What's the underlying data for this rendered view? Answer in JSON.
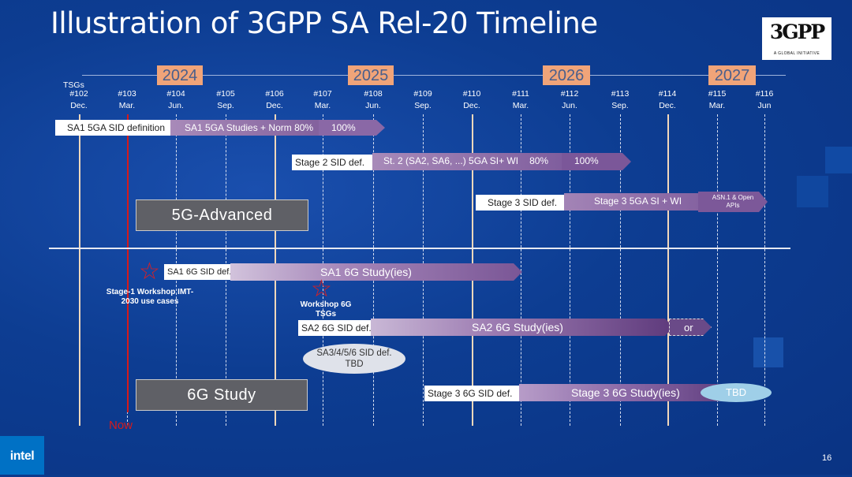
{
  "title": "Illustration of 3GPP SA Rel-20 Timeline",
  "logo": {
    "main": "3GPP",
    "sub": "A GLOBAL INITIATIVE"
  },
  "years": [
    "2024",
    "2025",
    "2026",
    "2027"
  ],
  "tsgs_label": "TSGs",
  "meetings": [
    {
      "num": "#102",
      "month": "Dec."
    },
    {
      "num": "#103",
      "month": "Mar."
    },
    {
      "num": "#104",
      "month": "Jun."
    },
    {
      "num": "#105",
      "month": "Sep."
    },
    {
      "num": "#106",
      "month": "Dec."
    },
    {
      "num": "#107",
      "month": "Mar."
    },
    {
      "num": "#108",
      "month": "Jun."
    },
    {
      "num": "#109",
      "month": "Sep."
    },
    {
      "num": "#110",
      "month": "Dec."
    },
    {
      "num": "#111",
      "month": "Mar."
    },
    {
      "num": "#112",
      "month": "Jun."
    },
    {
      "num": "#113",
      "month": "Sep."
    },
    {
      "num": "#114",
      "month": "Dec."
    },
    {
      "num": "#115",
      "month": "Mar."
    },
    {
      "num": "#116",
      "month": "Jun"
    }
  ],
  "now_label": "Now",
  "advanced": {
    "label": "5G-Advanced",
    "sa1_sid": "SA1 5GA SID definition",
    "sa1_studies": "SA1 5GA Studies + Norm 80%",
    "sa1_100": "100%",
    "stage2_sid": "Stage 2 SID def.",
    "stage2_si": "St. 2 (SA2, SA6, ...) 5GA SI+ WI",
    "stage2_80": "80%",
    "stage2_100": "100%",
    "stage3_sid": "Stage 3 SID def.",
    "stage3_si": "Stage 3 5GA SI + WI",
    "asn1_line1": "ASN.1 & Open",
    "asn1_line2": "APIs"
  },
  "study6g": {
    "label": "6G Study",
    "sa1_sid": "SA1 6G SID def.",
    "sa1_study": "SA1 6G Study(ies)",
    "workshop_imt_line1": "Stage-1  Workshop IMT-",
    "workshop_imt_line2": "2030 use cases",
    "workshop_tsgs_line1": "Workshop 6G",
    "workshop_tsgs_line2": "TSGs",
    "sa2_sid": "SA2 6G SID def.",
    "sa2_study": "SA2 6G Study(ies)",
    "or": "or",
    "sa3_line1": "SA3/4/5/6 SID def.",
    "sa3_line2": "TBD",
    "stage3_sid": "Stage 3 6G SID def.",
    "stage3_study": "Stage 3 6G Study(ies)",
    "tbd": "TBD"
  },
  "footer": {
    "brand": "intel",
    "page": "16"
  },
  "colors": {
    "year_bg": "#f0a479",
    "now": "#d61a1a",
    "arrow_start": "#9b7cae",
    "arrow_end": "#4e2e6e"
  }
}
